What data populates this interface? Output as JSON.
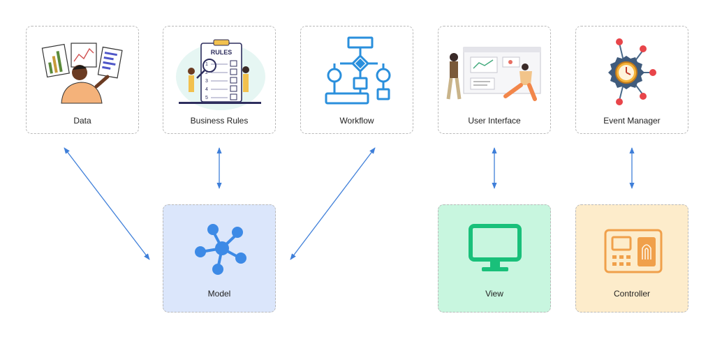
{
  "top_nodes": [
    {
      "id": "data",
      "label": "Data"
    },
    {
      "id": "business_rules",
      "label": "Business Rules",
      "rules_heading": "RULES",
      "rule_numbers": [
        "1",
        "2",
        "3",
        "4",
        "5"
      ]
    },
    {
      "id": "workflow",
      "label": "Workflow"
    },
    {
      "id": "user_interface",
      "label": "User Interface"
    },
    {
      "id": "event_manager",
      "label": "Event Manager"
    }
  ],
  "bottom_nodes": [
    {
      "id": "model",
      "label": "Model",
      "color": "#dbe6fb"
    },
    {
      "id": "view",
      "label": "View",
      "color": "#c8f6df"
    },
    {
      "id": "controller",
      "label": "Controller",
      "color": "#fdeccb"
    }
  ],
  "connections": [
    {
      "from": "data",
      "to": "model",
      "bidirectional": true
    },
    {
      "from": "business_rules",
      "to": "model",
      "bidirectional": true
    },
    {
      "from": "workflow",
      "to": "model",
      "bidirectional": true
    },
    {
      "from": "user_interface",
      "to": "view",
      "bidirectional": true
    },
    {
      "from": "event_manager",
      "to": "controller",
      "bidirectional": true
    }
  ],
  "colors": {
    "arrow": "#3f7fd9",
    "workflow_icon": "#2a8fdc",
    "model_icon": "#3d8ae6",
    "view_icon": "#19c07a",
    "controller_icon": "#f0a04b",
    "box_border": "#b9b9b9"
  }
}
